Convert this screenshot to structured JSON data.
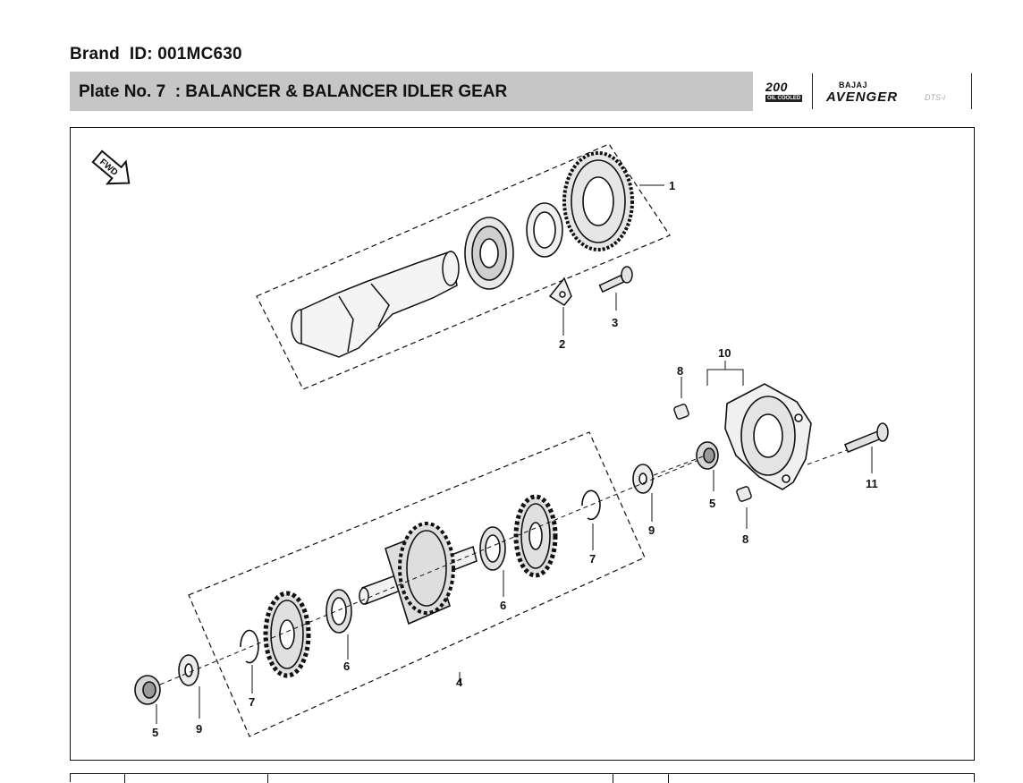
{
  "header": {
    "brand_id": "Brand  ID: 001MC630",
    "plate_title": "Plate No. 7  : BALANCER & BALANCER IDLER GEAR"
  },
  "logo": {
    "engine": "200",
    "cooling": "OIL COOLED",
    "maker": "BAJAJ",
    "model": "AVENGER",
    "variant": "DTS-i"
  },
  "diagram": {
    "direction_badge": "FWD",
    "callouts": [
      "1",
      "2",
      "3",
      "4",
      "5",
      "5",
      "6",
      "6",
      "7",
      "7",
      "8",
      "8",
      "9",
      "9",
      "10",
      "11"
    ]
  },
  "colors": {
    "title_bar": "#c6c6c6",
    "line": "#111111"
  }
}
